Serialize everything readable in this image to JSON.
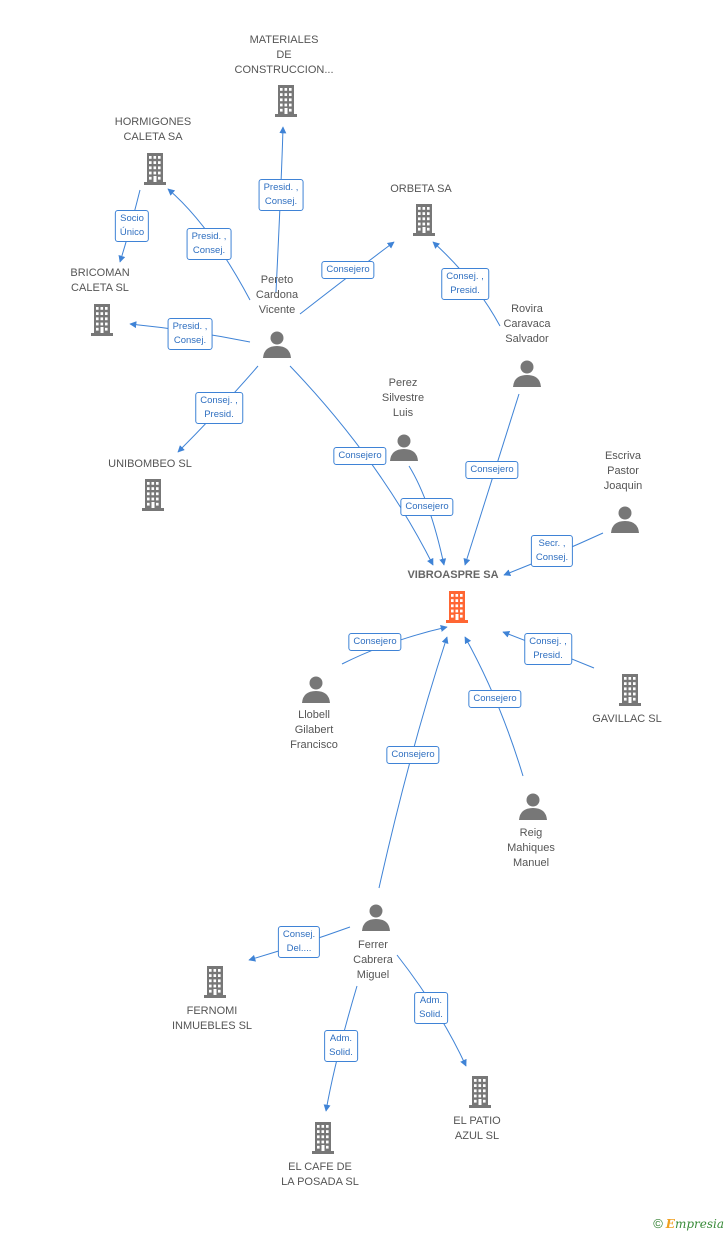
{
  "colors": {
    "accent": "#3f83d6",
    "node": "#777777",
    "focus": "#ff6633",
    "text": "#555555"
  },
  "nodes": [
    {
      "id": "materiales",
      "type": "company",
      "label": "MATERIALES\nDE\nCONSTRUCCION..."
    },
    {
      "id": "hormigones",
      "type": "company",
      "label": "HORMIGONES\nCALETA SA"
    },
    {
      "id": "orbeta",
      "type": "company",
      "label": "ORBETA SA"
    },
    {
      "id": "bricoman",
      "type": "company",
      "label": "BRICOMAN\nCALETA SL"
    },
    {
      "id": "pereto",
      "type": "person",
      "label": "Pereto\nCardona\nVicente"
    },
    {
      "id": "rovira",
      "type": "person",
      "label": "Rovira\nCaravaca\nSalvador"
    },
    {
      "id": "perez",
      "type": "person",
      "label": "Perez\nSilvestre\nLuis"
    },
    {
      "id": "unibombeo",
      "type": "company",
      "label": "UNIBOMBEO SL"
    },
    {
      "id": "escriva",
      "type": "person",
      "label": "Escriva\nPastor\nJoaquin"
    },
    {
      "id": "vibroaspre",
      "type": "company",
      "label": "VIBROASPRE SA",
      "main": true
    },
    {
      "id": "llobell",
      "type": "person",
      "label": "Llobell\nGilabert\nFrancisco"
    },
    {
      "id": "gavillac",
      "type": "company",
      "label": "GAVILLAC SL"
    },
    {
      "id": "reig",
      "type": "person",
      "label": "Reig\nMahiques\nManuel"
    },
    {
      "id": "ferrer",
      "type": "person",
      "label": "Ferrer\nCabrera\nMiguel"
    },
    {
      "id": "fernomi",
      "type": "company",
      "label": "FERNOMI\nINMUEBLES SL"
    },
    {
      "id": "patio",
      "type": "company",
      "label": "EL PATIO\nAZUL SL"
    },
    {
      "id": "cafe",
      "type": "company",
      "label": "EL CAFE DE\nLA POSADA SL"
    }
  ],
  "edges": [
    {
      "from": "pereto",
      "to": "materiales",
      "label": "Presid. ,\nConsej."
    },
    {
      "from": "pereto",
      "to": "hormigones",
      "label": "Presid. ,\nConsej."
    },
    {
      "from": "hormigones",
      "to": "bricoman",
      "label": "Socio\nÚnico"
    },
    {
      "from": "pereto",
      "to": "orbeta",
      "label": "Consejero"
    },
    {
      "from": "rovira",
      "to": "orbeta",
      "label": "Consej. ,\nPresid."
    },
    {
      "from": "pereto",
      "to": "bricoman",
      "label": "Presid. ,\nConsej."
    },
    {
      "from": "pereto",
      "to": "unibombeo",
      "label": "Consej. ,\nPresid."
    },
    {
      "from": "pereto",
      "to": "vibroaspre",
      "label": "Consejero"
    },
    {
      "from": "perez",
      "to": "vibroaspre",
      "label": "Consejero"
    },
    {
      "from": "rovira",
      "to": "vibroaspre",
      "label": "Consejero"
    },
    {
      "from": "escriva",
      "to": "vibroaspre",
      "label": "Secr. ,\nConsej."
    },
    {
      "from": "llobell",
      "to": "vibroaspre",
      "label": "Consejero"
    },
    {
      "from": "gavillac",
      "to": "vibroaspre",
      "label": "Consej. ,\nPresid."
    },
    {
      "from": "reig",
      "to": "vibroaspre",
      "label": "Consejero"
    },
    {
      "from": "ferrer",
      "to": "vibroaspre",
      "label": "Consejero"
    },
    {
      "from": "ferrer",
      "to": "fernomi",
      "label": "Consej.\nDel...."
    },
    {
      "from": "ferrer",
      "to": "patio",
      "label": "Adm.\nSolid."
    },
    {
      "from": "ferrer",
      "to": "cafe",
      "label": "Adm.\nSolid."
    }
  ],
  "footer": {
    "copyright": "©",
    "brand_initial": "E",
    "brand_rest": "mpresia"
  }
}
